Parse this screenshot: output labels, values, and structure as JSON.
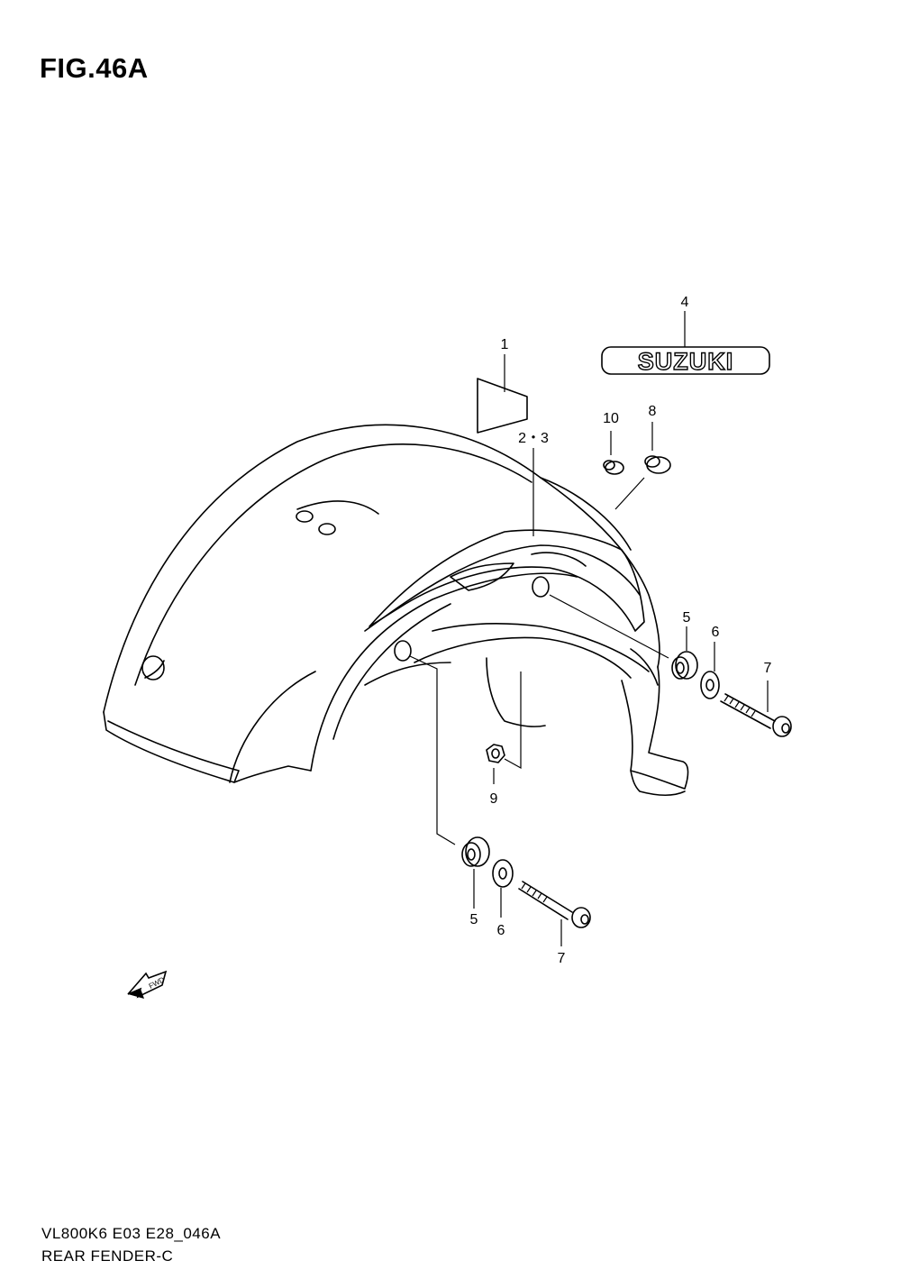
{
  "figure": {
    "title": "FIG.46A",
    "code": "VL800K6 E03 E28_046A",
    "name": "REAR FENDER-C"
  },
  "emblem": {
    "text": "SUZUKI"
  },
  "fwd_arrow": {
    "text": "FWD",
    "icon": "fwd-arrow-icon"
  },
  "callouts": [
    {
      "label": "1"
    },
    {
      "label": "2・3"
    },
    {
      "label": "4"
    },
    {
      "label": "10"
    },
    {
      "label": "8"
    },
    {
      "label": "5"
    },
    {
      "label": "6"
    },
    {
      "label": "7"
    },
    {
      "label": "9"
    },
    {
      "label": "5"
    },
    {
      "label": "6"
    },
    {
      "label": "7"
    }
  ]
}
